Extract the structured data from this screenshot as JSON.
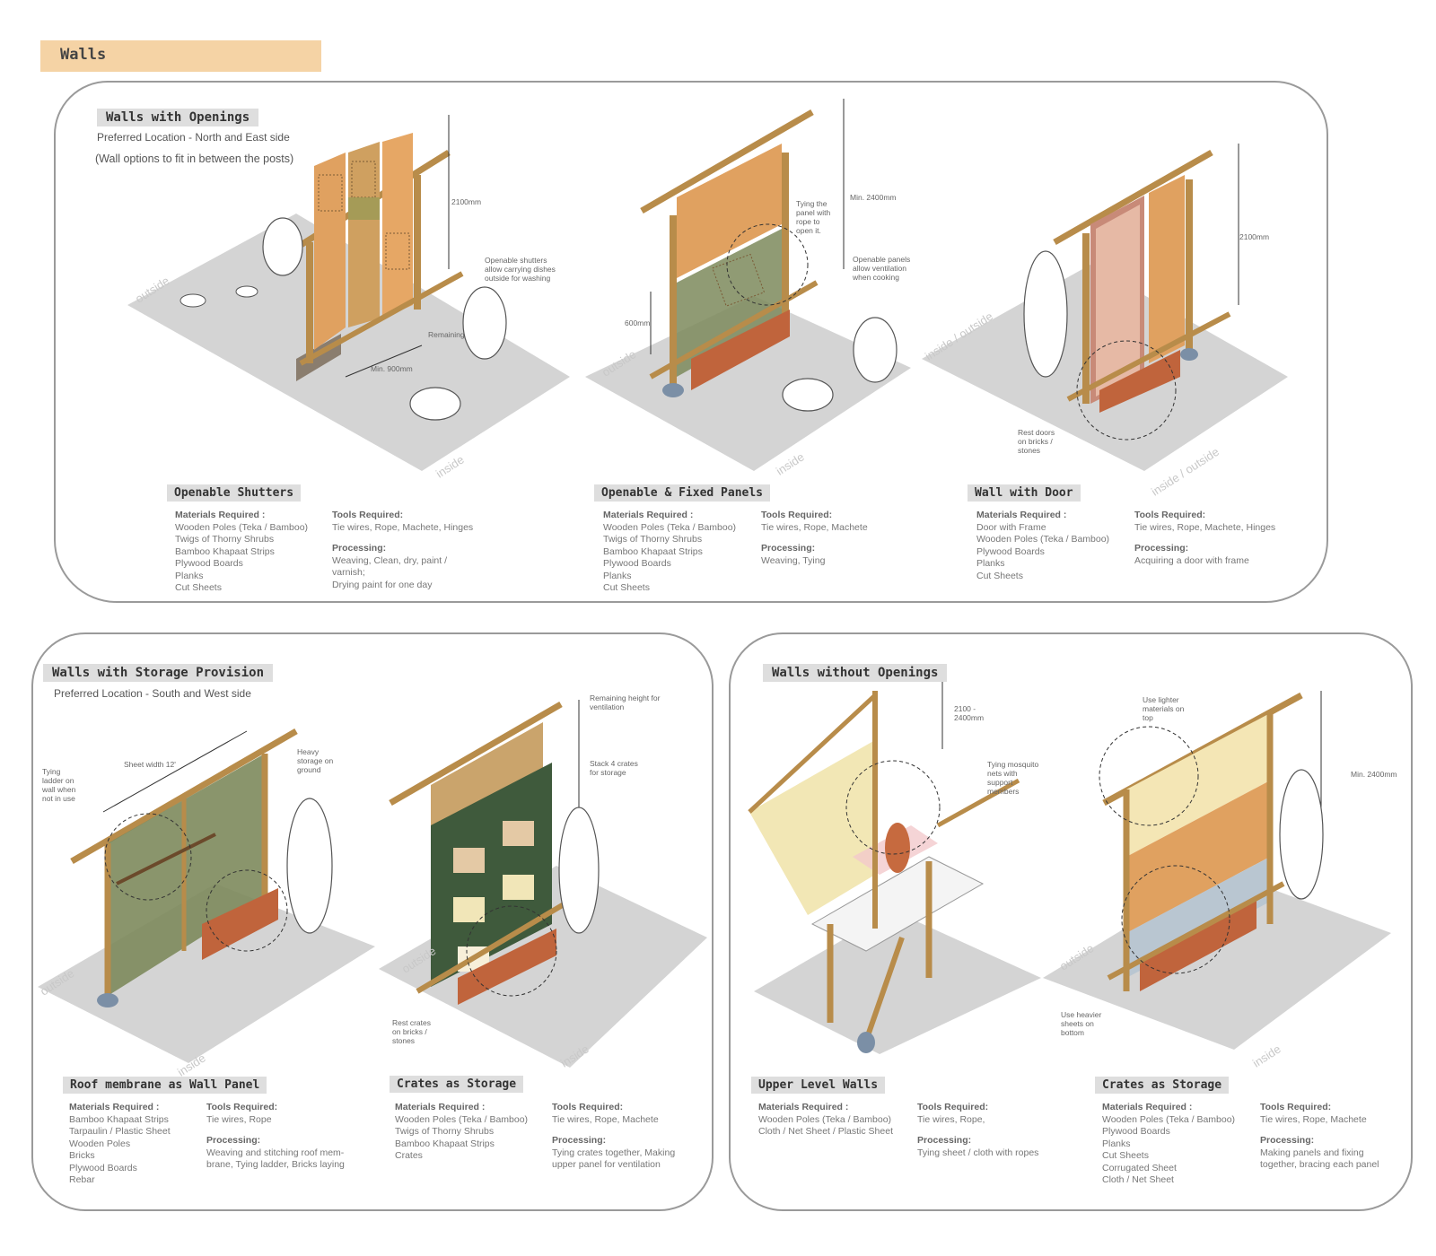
{
  "page_title": "Walls",
  "top_panel": {
    "tag": "Walls with Openings",
    "location": "Preferred Location - North and East side",
    "note": "(Wall options to fit in between the posts)",
    "sections": [
      {
        "title": "Openable Shutters",
        "materials_heading": "Materials Required :",
        "materials": [
          "Wooden Poles (Teka / Bamboo)",
          "Twigs of Thorny Shrubs",
          "Bamboo Khapaat Strips",
          "Plywood Boards",
          "Planks",
          "Cut Sheets"
        ],
        "tools_heading": "Tools Required:",
        "tools": "Tie wires, Rope, Machete, Hinges",
        "processing_heading": "Processing:",
        "processing": [
          "Weaving, Clean, dry, paint /",
          "varnish;",
          "Drying paint for one day"
        ],
        "labels": {
          "height": "2100mm",
          "shutters": [
            "Openable shutters",
            "allow carrying dishes",
            "outside for washing"
          ],
          "remaining": "Remaining",
          "width": "Min. 900mm",
          "outside": "outside",
          "inside": "inside"
        }
      },
      {
        "title": "Openable & Fixed Panels",
        "materials_heading": "Materials Required :",
        "materials": [
          "Wooden Poles (Teka / Bamboo)",
          "Twigs of Thorny Shrubs",
          "Bamboo Khapaat Strips",
          "Plywood Boards",
          "Planks",
          "Cut Sheets"
        ],
        "tools_heading": "Tools Required:",
        "tools": "Tie wires, Rope, Machete",
        "processing_heading": "Processing:",
        "processing": [
          "Weaving, Tying"
        ],
        "labels": {
          "height": "Min. 2400mm",
          "tying": [
            "Tying the",
            "panel with",
            "rope to",
            "open it."
          ],
          "panels": [
            "Openable panels",
            "allow ventilation",
            "when cooking"
          ],
          "low": "600mm",
          "outside": "outside",
          "inside": "inside"
        }
      },
      {
        "title": "Wall with Door",
        "materials_heading": "Materials Required :",
        "materials": [
          "Door with Frame",
          "Wooden Poles (Teka / Bamboo)",
          "Plywood Boards",
          "Planks",
          "Cut Sheets"
        ],
        "tools_heading": "Tools Required:",
        "tools": "Tie wires, Rope, Machete, Hinges",
        "processing_heading": "Processing:",
        "processing": [
          "Acquiring a door with frame"
        ],
        "labels": {
          "height": "2100mm",
          "rest": [
            "Rest doors",
            "on bricks /",
            "stones"
          ],
          "side_a": "inside / outside",
          "side_b": "inside / outside"
        }
      }
    ]
  },
  "storage_panel": {
    "tag": "Walls with Storage Provision",
    "location": "Preferred Location - South and West side",
    "sections": [
      {
        "title": "Roof membrane as Wall Panel",
        "materials_heading": "Materials Required :",
        "materials": [
          "Bamboo Khapaat Strips",
          "Tarpaulin / Plastic Sheet",
          "Wooden Poles",
          "Bricks",
          "Plywood Boards",
          "Rebar"
        ],
        "tools_heading": "Tools Required:",
        "tools": "Tie wires, Rope",
        "processing_heading": "Processing:",
        "processing": [
          "Weaving and stitching roof mem-",
          "brane, Tying ladder, Bricks laying"
        ],
        "labels": {
          "sheet": "Sheet width 12'",
          "ladder": [
            "Tying",
            "ladder on",
            "wall when",
            "not in use"
          ],
          "heavy": [
            "Heavy",
            "storage on",
            "ground"
          ],
          "outside": "outside",
          "inside": "inside"
        }
      },
      {
        "title": "Crates as Storage",
        "materials_heading": "Materials Required :",
        "materials": [
          "Wooden Poles (Teka / Bamboo)",
          "Twigs of Thorny Shrubs",
          "Bamboo Khapaat Strips",
          "Crates"
        ],
        "tools_heading": "Tools Required:",
        "tools": "Tie wires, Rope, Machete",
        "processing_heading": "Processing:",
        "processing": [
          "Tying crates together, Making",
          "upper panel for ventilation"
        ],
        "labels": {
          "remaining": [
            "Remaining height for",
            "ventilation"
          ],
          "stack": [
            "Stack 4 crates",
            "for storage"
          ],
          "rest": [
            "Rest crates",
            "on bricks /",
            "stones"
          ],
          "outside": "outside",
          "inside": "inside"
        }
      }
    ]
  },
  "no_openings_panel": {
    "tag": "Walls without Openings",
    "sections": [
      {
        "title": "Upper Level Walls",
        "materials_heading": "Materials Required :",
        "materials": [
          "Wooden Poles (Teka / Bamboo)",
          "Cloth / Net Sheet / Plastic Sheet"
        ],
        "tools_heading": "Tools Required:",
        "tools": "Tie wires, Rope,",
        "processing_heading": "Processing:",
        "processing": [
          "Tying sheet / cloth with ropes"
        ],
        "labels": {
          "height": [
            "2100 -",
            "2400mm"
          ],
          "nets": [
            "Tying mosquito",
            "nets with",
            "support",
            "members"
          ]
        }
      },
      {
        "title": "Crates as Storage",
        "materials_heading": "Materials Required :",
        "materials": [
          "Wooden Poles (Teka / Bamboo)",
          "Plywood Boards",
          "Planks",
          "Cut Sheets",
          "Corrugated Sheet",
          "Cloth / Net Sheet"
        ],
        "tools_heading": "Tools Required:",
        "tools": "Tie wires, Rope, Machete",
        "processing_heading": "Processing:",
        "processing": [
          "Making panels and fixing",
          "together, bracing each panel"
        ],
        "labels": {
          "height": "Min. 2400mm",
          "lighter": [
            "Use lighter",
            "materials on",
            "top"
          ],
          "heavier": [
            "Use heavier",
            "sheets on",
            "bottom"
          ],
          "outside": "outside",
          "inside": "inside"
        }
      }
    ]
  },
  "colors": {
    "title_bg": "#f5d3a5",
    "tag_bg": "#dedede",
    "floor": "#d2d2d2",
    "bamboo": "#b88c4a",
    "pole_dark": "#6b4a2b",
    "panel_orange": "#e0a160",
    "panel_green": "#7d8a5c",
    "brick": "#c0643c",
    "door": "#e6b9a5",
    "crate_green": "#3f5a3c",
    "net_yellow": "#f1e4ad"
  }
}
